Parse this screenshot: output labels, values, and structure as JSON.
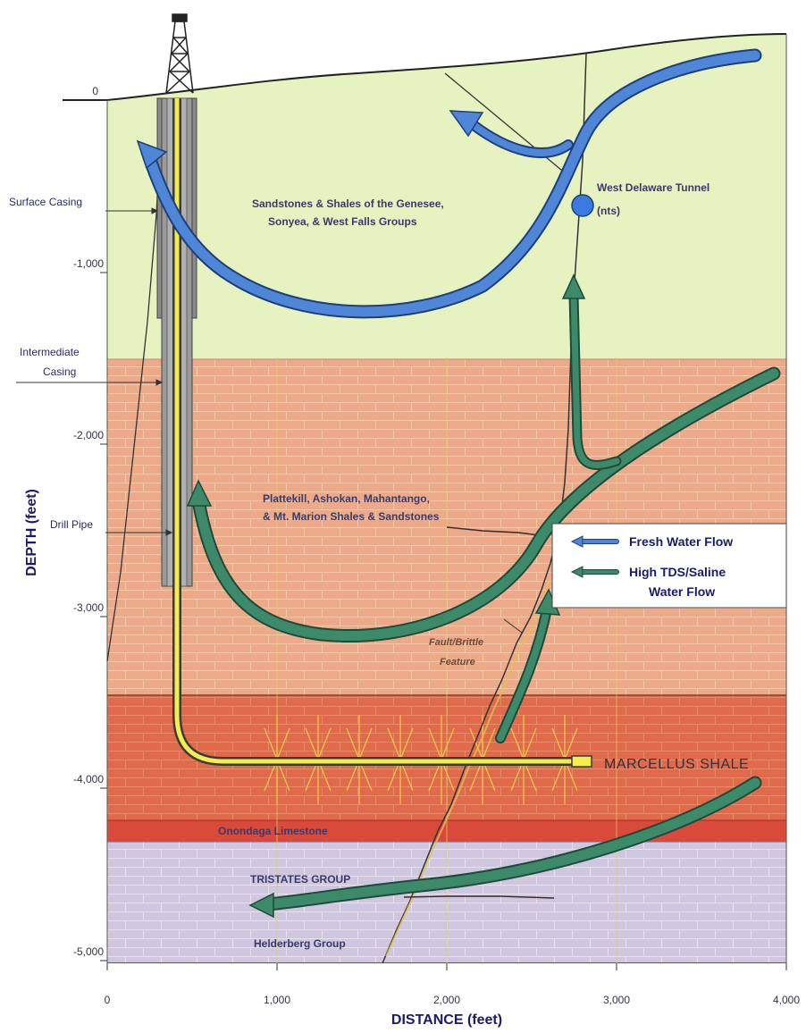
{
  "axes": {
    "x_title": "DISTANCE (feet)",
    "y_title": "DEPTH (feet)",
    "x_ticks": [
      "0",
      "1,000",
      "2,000",
      "3,000",
      "4,000"
    ],
    "y_ticks": [
      "0",
      "-1,000",
      "-2,000",
      "-3,000",
      "-4,000",
      "-5,000"
    ]
  },
  "well_labels": {
    "surface_casing": "Surface Casing",
    "intermediate_casing_line1": "Intermediate",
    "intermediate_casing_line2": "Casing",
    "drill_pipe": "Drill Pipe"
  },
  "formations": {
    "upper_line1": "Sandstones & Shales of the Genesee,",
    "upper_line2": "Sonyea, & West Falls Groups",
    "middle_line1": "Plattekill, Ashokan, Mahantango,",
    "middle_line2": "& Mt. Marion Shales & Sandstones",
    "marcellus": "MARCELLUS SHALE",
    "onondaga": "Onondaga Limestone",
    "tristates": "TRISTATES GROUP",
    "helderberg": "Helderberg Group"
  },
  "features": {
    "tunnel_line1": "West Delaware Tunnel",
    "tunnel_line2": "(nts)",
    "fault_line1": "Fault/Brittle",
    "fault_line2": "Feature"
  },
  "legend": {
    "fresh": "Fresh Water Flow",
    "saline_line1": "High TDS/Saline",
    "saline_line2": "Water Flow"
  },
  "colors": {
    "upper_layer": "#e6f2c0",
    "middle_layer": "#eeaa88",
    "marcellus_layer": "#e06a4a",
    "onondaga_layer": "#d94a3a",
    "lower_layer": "#cfc6e0",
    "fresh_flow": "#4f86d8",
    "saline_flow": "#3d8a6a",
    "drill_pipe": "#f2ee50"
  }
}
